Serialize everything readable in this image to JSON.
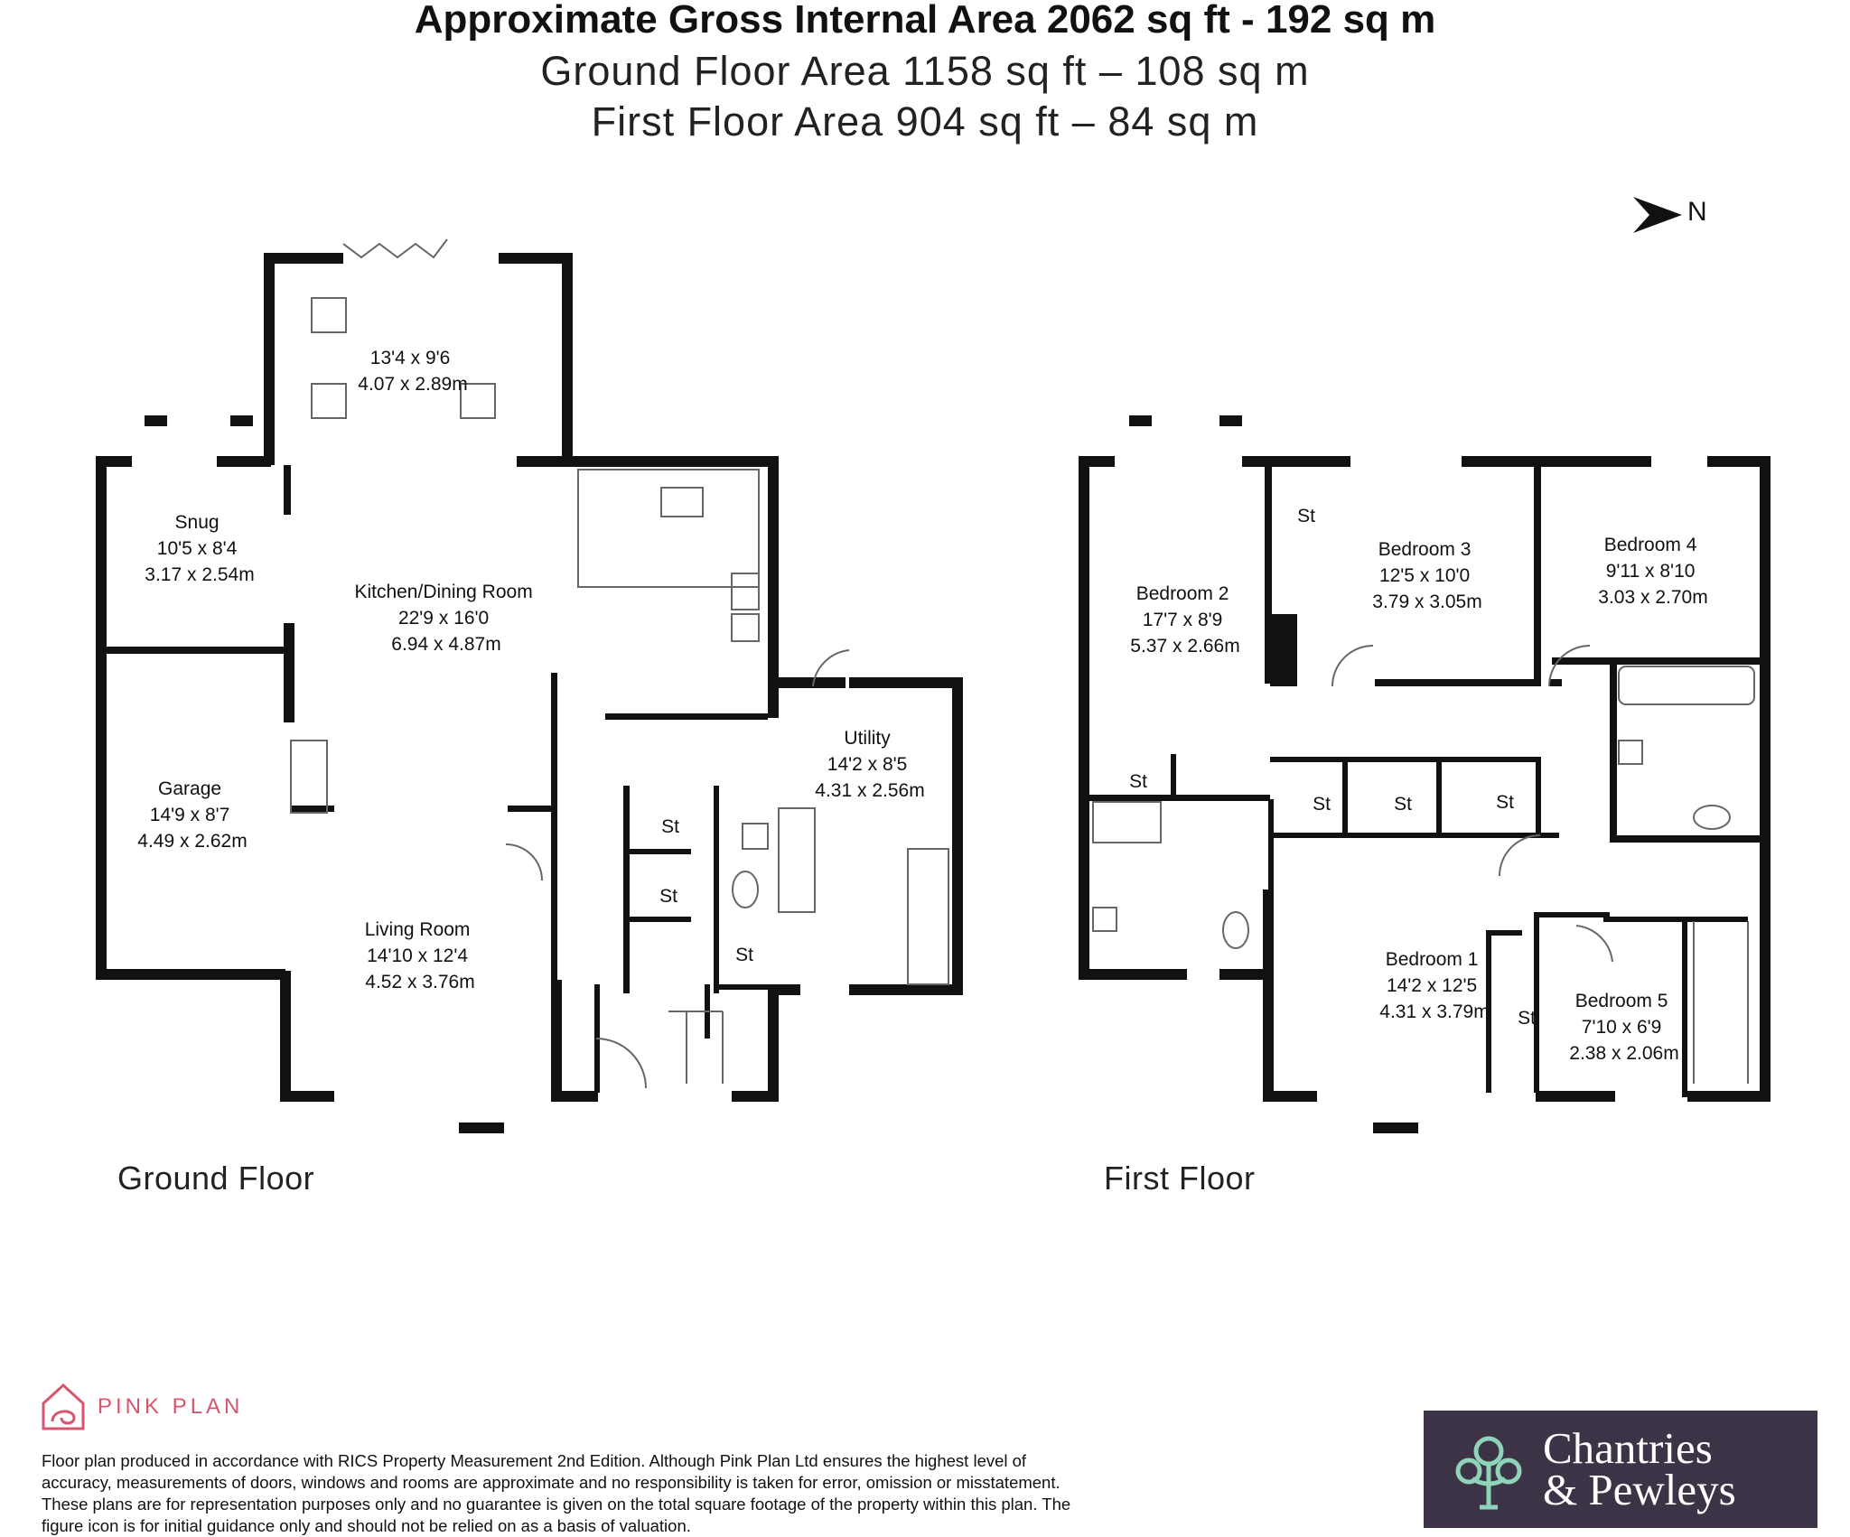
{
  "header": {
    "title": "Approximate Gross Internal Area 2062 sq ft - 192 sq m",
    "ground_area": "Ground Floor Area 1158 sq ft – 108 sq m",
    "first_area": "First Floor Area 904 sq ft – 84 sq m"
  },
  "compass": {
    "label": "N"
  },
  "ground_floor": {
    "label": "Ground Floor",
    "rooms": [
      {
        "lines": [
          "13'4 x 9'6",
          "4.07 x 2.89m"
        ]
      },
      {
        "lines": [
          "Snug",
          "10'5 x 8'4",
          "3.17 x 2.54m"
        ]
      },
      {
        "lines": [
          "Kitchen/Dining Room",
          "22'9 x 16'0",
          "6.94 x 4.87m"
        ]
      },
      {
        "lines": [
          "Utility",
          "14'2 x 8'5",
          "4.31 x 2.56m"
        ]
      },
      {
        "lines": [
          "Garage",
          "14'9 x 8'7",
          "4.49 x 2.62m"
        ]
      },
      {
        "lines": [
          "Living Room",
          "14'10 x 12'4",
          "4.52 x 3.76m"
        ]
      }
    ],
    "storage_labels": [
      "St",
      "St",
      "St"
    ]
  },
  "first_floor": {
    "label": "First Floor",
    "rooms": [
      {
        "lines": [
          "Bedroom 2",
          "17'7 x 8'9",
          "5.37 x 2.66m"
        ]
      },
      {
        "lines": [
          "Bedroom 3",
          "12'5 x 10'0",
          "3.79 x 3.05m"
        ]
      },
      {
        "lines": [
          "Bedroom 4",
          "9'11 x 8'10",
          "3.03 x 2.70m"
        ]
      },
      {
        "lines": [
          "Bedroom 1",
          "14'2 x 12'5",
          "4.31 x 3.79m"
        ]
      },
      {
        "lines": [
          "Bedroom 5",
          "7'10 x 6'9",
          "2.38 x 2.06m"
        ]
      }
    ],
    "storage_labels": [
      "St",
      "St",
      "St",
      "St",
      "St",
      "St"
    ]
  },
  "footer": {
    "brand": "PINK PLAN",
    "disclaimer": "Floor plan produced in accordance with RICS Property Measurement 2nd Edition. Although Pink Plan Ltd ensures the highest level of accuracy, measurements of doors, windows and rooms are approximate and no responsibility is taken for error, omission or misstatement. These plans are for representation purposes only and no guarantee is given on the total square footage of the property within this plan. The figure icon is for initial guidance only and should not be relied on as a basis of valuation.",
    "agent_line1": "Chantries",
    "agent_line2": "& Pewleys"
  },
  "colors": {
    "wall": "#111111",
    "brand_pink": "#d6566e",
    "agent_bg": "#3d3346"
  }
}
